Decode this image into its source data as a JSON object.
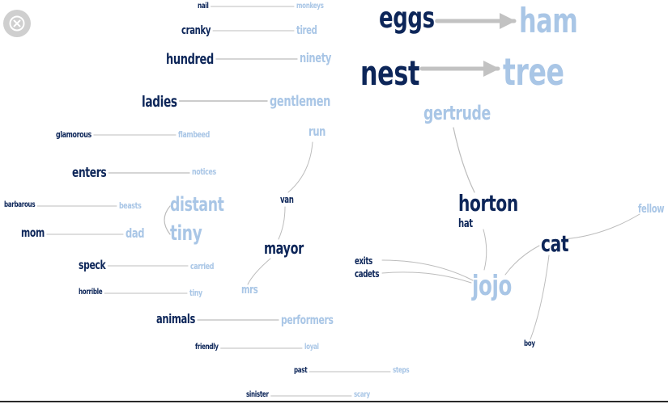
{
  "colors": {
    "dark": "#0d2659",
    "light": "#a9c6e6",
    "link": "#bcbcbc",
    "link_strong": "#c2c2c2"
  },
  "close_button_icon": "close-icon",
  "word_pairs": [
    {
      "id": "nail-monkeys",
      "from": "nail",
      "to": "monkeys"
    },
    {
      "id": "cranky-tired",
      "from": "cranky",
      "to": "tired"
    },
    {
      "id": "hundred-ninety",
      "from": "hundred",
      "to": "ninety"
    },
    {
      "id": "ladies-gentlemen",
      "from": "ladies",
      "to": "gentlemen"
    },
    {
      "id": "glamorous-flambeed",
      "from": "glamorous",
      "to": "flambeed"
    },
    {
      "id": "enters-notices",
      "from": "enters",
      "to": "notices"
    },
    {
      "id": "barbarous-beasts",
      "from": "barbarous",
      "to": "beasts"
    },
    {
      "id": "mom-dad",
      "from": "mom",
      "to": "dad"
    },
    {
      "id": "speck-carried",
      "from": "speck",
      "to": "carried"
    },
    {
      "id": "horrible-tiny",
      "from": "horrible",
      "to": "tiny"
    },
    {
      "id": "animals-performers",
      "from": "animals",
      "to": "performers"
    },
    {
      "id": "friendly-loyal",
      "from": "friendly",
      "to": "loyal"
    },
    {
      "id": "past-steps",
      "from": "past",
      "to": "steps"
    },
    {
      "id": "sinister-scary",
      "from": "sinister",
      "to": "scary"
    },
    {
      "id": "eggs-ham",
      "from": "eggs",
      "to": "ham"
    },
    {
      "id": "nest-tree",
      "from": "nest",
      "to": "tree"
    }
  ],
  "cluster_words": {
    "distant": "distant",
    "tiny": "tiny",
    "run": "run",
    "van": "van",
    "mayor": "mayor",
    "mrs": "mrs",
    "gertrude": "gertrude",
    "horton": "horton",
    "hat": "hat",
    "cat": "cat",
    "fellow": "fellow",
    "jojo": "jojo",
    "boy": "boy",
    "exits": "exits",
    "cadets": "cadets"
  }
}
